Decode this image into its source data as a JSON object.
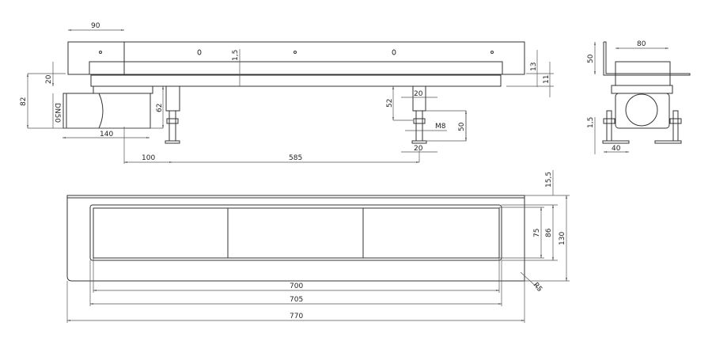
{
  "side_view": {
    "dim_90": "90",
    "dim_1_5": "1,5",
    "dim_20": "20",
    "dim_82": "82",
    "outlet": "DN50",
    "dim_62": "62",
    "dim_140": "140",
    "dim_100": "100",
    "dim_585": "585",
    "dim_52": "52",
    "dim_20_top": "20",
    "thread": "M8",
    "dim_50": "50",
    "dim_20_bottom": "20",
    "dim_13": "13",
    "dim_11": "11"
  },
  "end_view": {
    "dim_50": "50",
    "dim_80": "80",
    "dim_1_5": "1,5",
    "dim_40": "40"
  },
  "plan_view": {
    "dim_15_5": "15,5",
    "dim_75": "75",
    "dim_86": "86",
    "dim_130": "130",
    "radius": "R5",
    "dim_700": "700",
    "dim_705": "705",
    "dim_770": "770"
  }
}
